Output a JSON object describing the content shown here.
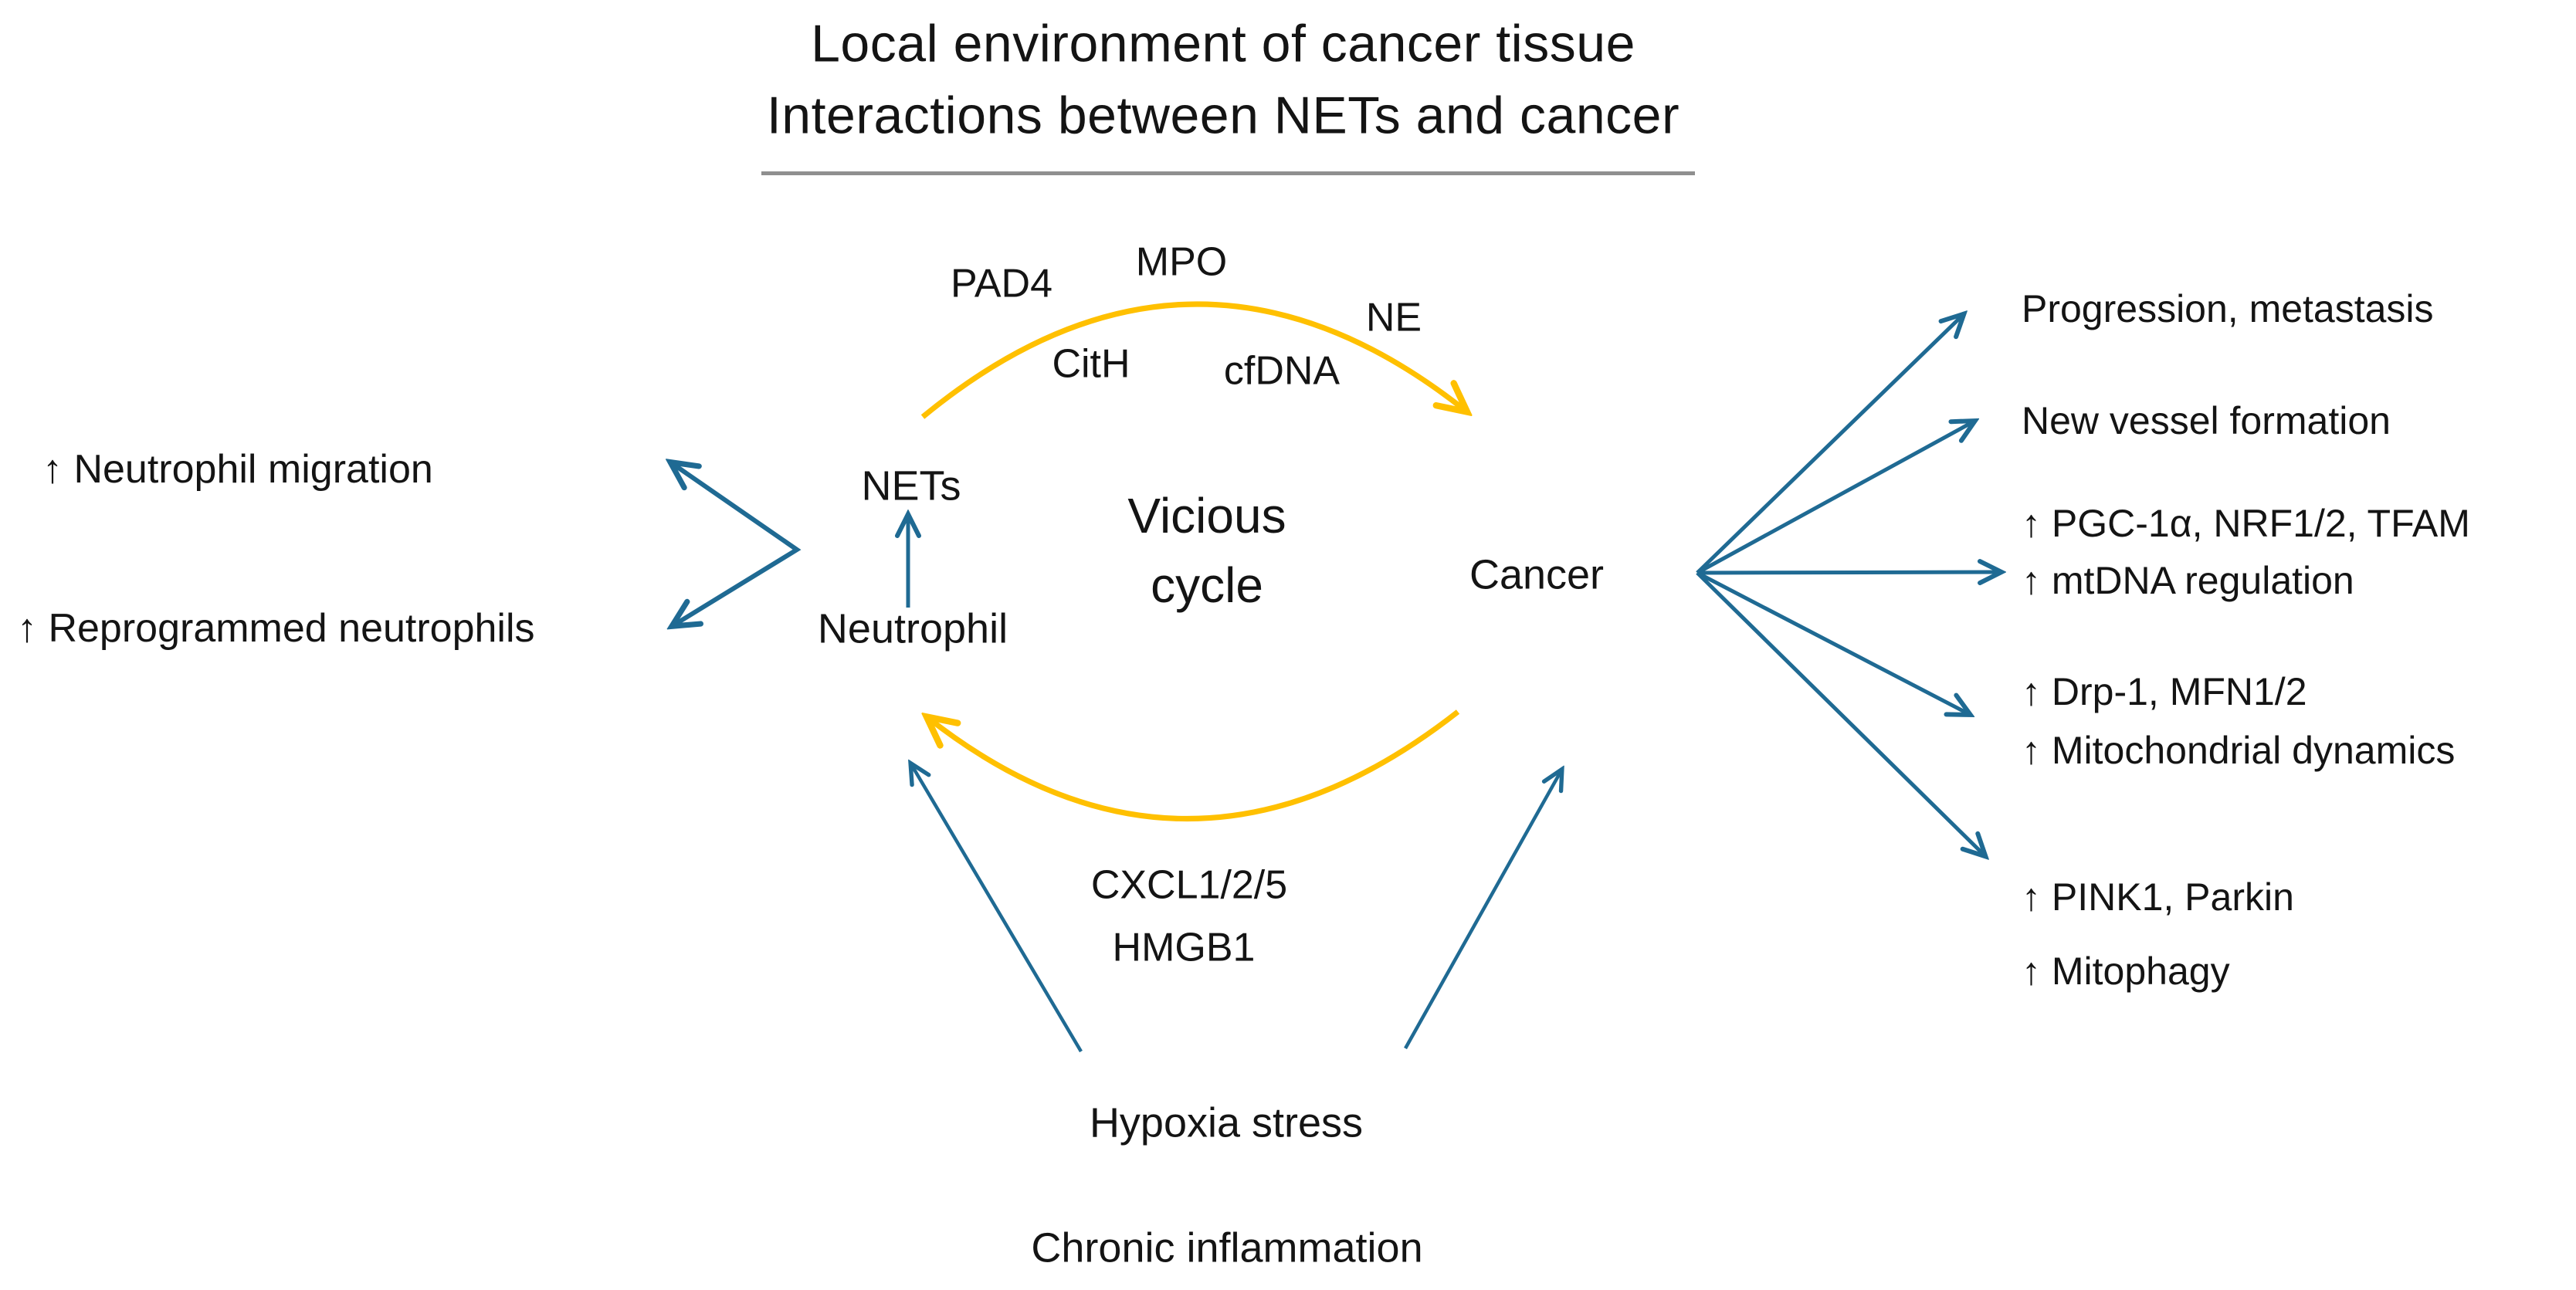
{
  "title": {
    "line1": "Local environment of cancer tissue",
    "line2": "Interactions between NETs and cancer"
  },
  "cycle": {
    "center_line1": "Vicious",
    "center_line2": "cycle",
    "nodes": {
      "nets": "NETs",
      "neutrophil": "Neutrophil",
      "cancer": "Cancer"
    },
    "top_mediators": [
      "PAD4",
      "MPO",
      "NE",
      "CitH",
      "cfDNA"
    ],
    "bottom_mediators": [
      "CXCL1/2/5",
      "HMGB1"
    ]
  },
  "left_effects": [
    "↑ Neutrophil migration",
    "↑ Reprogrammed neutrophils"
  ],
  "right_effects": [
    "Progression, metastasis",
    "New vessel formation",
    "↑ PGC-1α, NRF1/2, TFAM",
    "↑ mtDNA regulation",
    "↑ Drp-1, MFN1/2",
    "↑ Mitochondrial dynamics",
    "↑ PINK1, Parkin",
    "↑ Mitophagy"
  ],
  "bottom_stressors": [
    "Hypoxia stress",
    "Chronic inflammation"
  ],
  "colors": {
    "arc_gold": "#FFC000",
    "arrow_blue": "#1F6A93",
    "text": "#141414",
    "divider": "#8F8F8F"
  }
}
